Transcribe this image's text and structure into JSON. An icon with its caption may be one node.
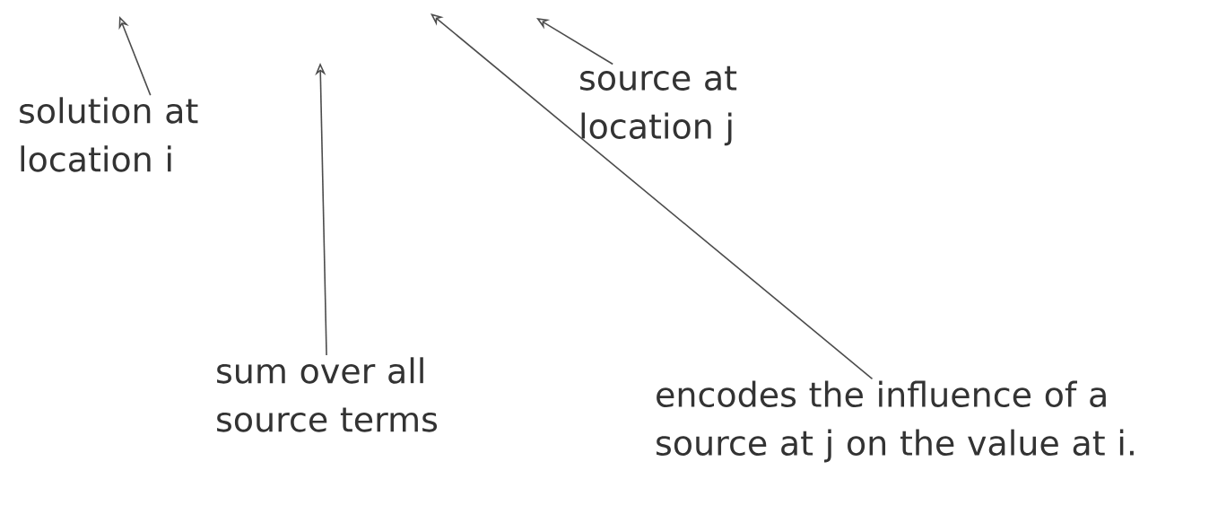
{
  "diagram": {
    "nodes": [
      {
        "text": [
          "solution at location i"
        ]
      },
      {
        "text": [
          "source at location j"
        ]
      },
      {
        "text": [
          "sum over all source terms"
        ]
      },
      {
        "text": [
          "encodes the influence of a source at j on the value at i."
        ]
      }
    ],
    "edges": [
      {
        "from": 0,
        "to": null,
        "arrow": "to"
      },
      {
        "from": 1,
        "to": null,
        "arrow": "to"
      },
      {
        "from": 2,
        "to": null,
        "arrow": "to"
      },
      {
        "from": 3,
        "to": null,
        "arrow": "to"
      }
    ]
  }
}
